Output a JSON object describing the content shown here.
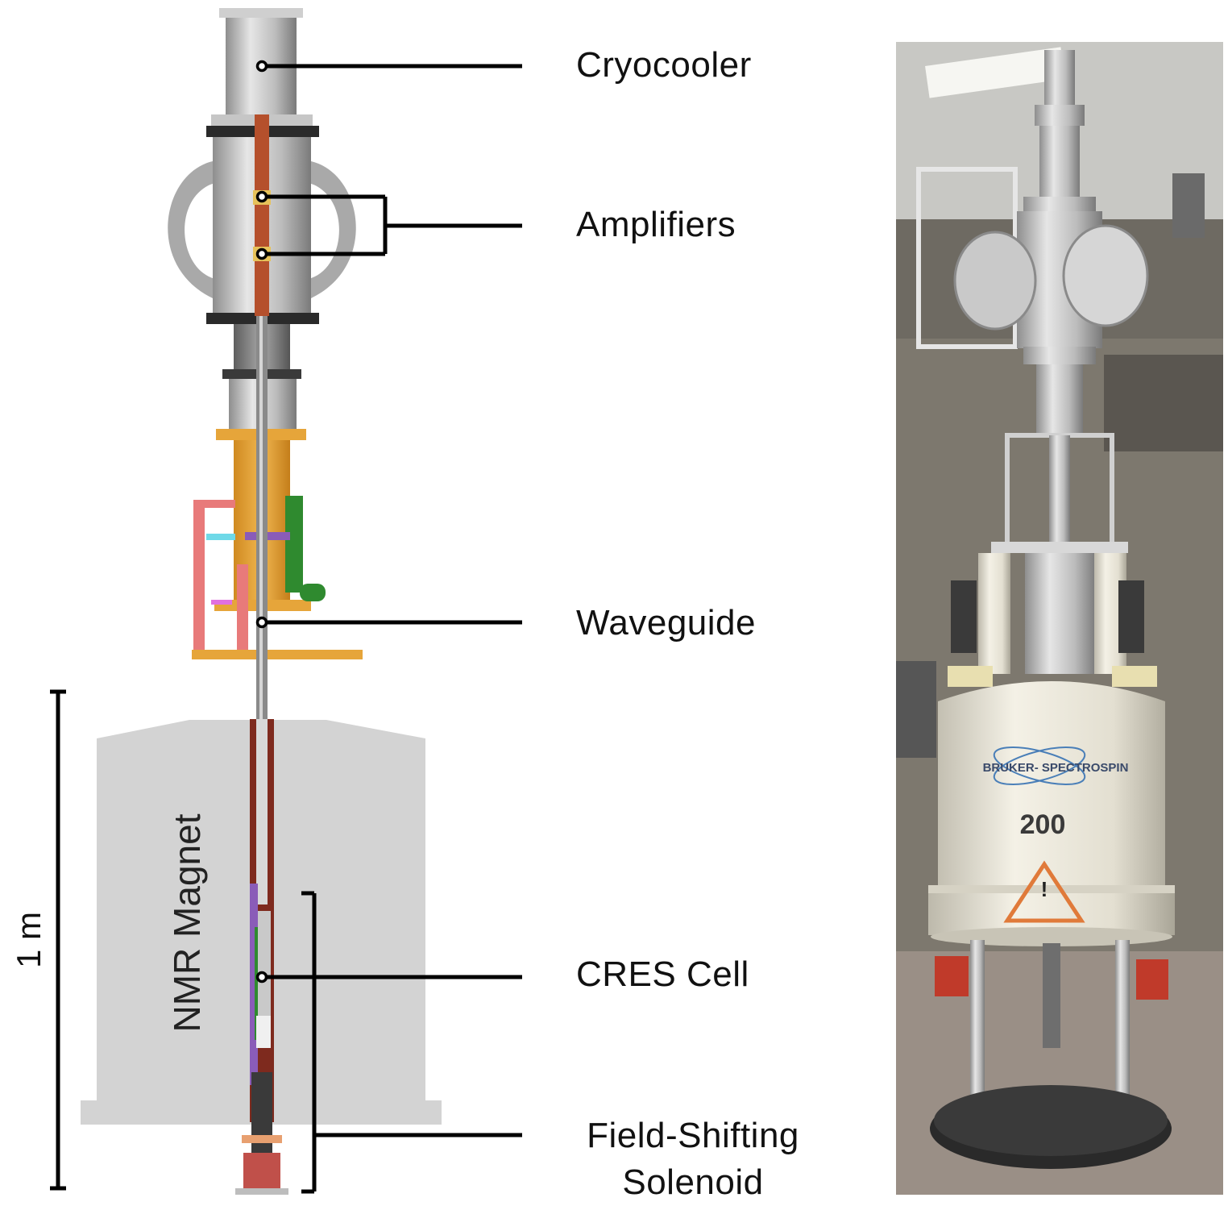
{
  "labels": {
    "cryocooler": "Cryocooler",
    "amplifiers": "Amplifiers",
    "waveguide": "Waveguide",
    "cres_cell": "CRES Cell",
    "field_shifting_1": "Field-Shifting",
    "field_shifting_2": "Solenoid",
    "magnet": "NMR Magnet",
    "scale": "1 m"
  },
  "photo": {
    "brand": "BRUKER- SPECTROSPIN",
    "model": "200"
  },
  "colors": {
    "magnet_gray": "#d3d3d3",
    "copper": "#b5502c",
    "gold": "#e6a53a",
    "line": "#000000",
    "pink": "#e87a7a",
    "green": "#2f8a2f",
    "cyan": "#6fd9e8",
    "purple": "#8a5cb8",
    "dewar": "#eae6d8"
  }
}
